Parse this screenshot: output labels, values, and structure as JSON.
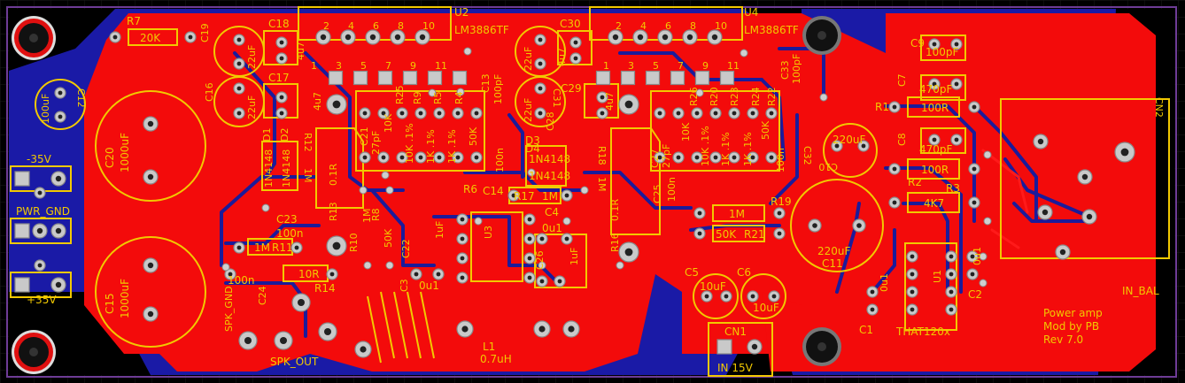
{
  "colors": {
    "copper_top": "#f30b0b",
    "copper_bottom": "#1a1aa6",
    "silkscreen": "#f2c900",
    "background": "#000000",
    "pad": "#c9c9c9"
  },
  "board_note": {
    "line1": "Power amp",
    "line2": "Mod by PB",
    "line3": "Rev 7.0"
  },
  "connectors": {
    "neg_supply": "-35V",
    "pwr_gnd": "PWR_GND",
    "pos_supply": "+35V",
    "spk_gnd": "SPK_GND",
    "spk_out": "SPK_OUT",
    "cn1": "CN1",
    "cn1_note": "IN 15V",
    "cn2": "CN2",
    "in_bal": "IN_BAL"
  },
  "ics": {
    "u1": "U1",
    "u1_part": "THAT120x",
    "u2": "U2",
    "u2_part": "LM3886TF",
    "u3": "U3",
    "u4": "U4",
    "u4_part": "LM3886TF",
    "u2_pins": [
      "2",
      "4",
      "6",
      "8",
      "10",
      "1",
      "3",
      "5",
      "7",
      "9",
      "11"
    ],
    "u4_pins": [
      "2",
      "4",
      "6",
      "8",
      "10",
      "1",
      "3",
      "5",
      "7",
      "9",
      "11"
    ]
  },
  "components": {
    "r7": "R7",
    "r7v": "20K",
    "c19": "C19",
    "c19v": "22uF",
    "c18": "C18",
    "c18v": "4u7",
    "c17": "C17",
    "c17v": "4u7",
    "c16": "C16",
    "c16v": "22uF",
    "c12": "C12",
    "c12v": "100uF",
    "c20": "C20",
    "c20v": "1000uF",
    "c15": "C15",
    "c15v": "1000uF",
    "d1": "D1",
    "d2": "D2",
    "d1v": "1N4148",
    "d2v": "1N4148",
    "r12": "R12",
    "r12v": "1M",
    "c21": "C21",
    "c21v": "27pF",
    "r25": "R25",
    "r25v": "10K",
    "r9": "R9",
    "r9v": "10K .1%",
    "r5": "R5",
    "r5v": "1K .1%",
    "r4": "R4",
    "r4v": "1K .1%",
    "r6": "R6",
    "r6v": "50K",
    "c13": "C13",
    "c13v": "100pF",
    "c14": "C14",
    "c14v": "100n",
    "r13": "R13",
    "r13v": "0.1R",
    "c23": "C23",
    "c23v": "100n",
    "r11": "R11",
    "r11v": "1M",
    "r14": "R14",
    "r14v": "10R",
    "c24": "C24",
    "c24v": "100n",
    "r10": "R10",
    "r10v": "1M",
    "r8": "R8",
    "r8v": "50K",
    "c22": "C22",
    "c22v": "1uF",
    "c3": "C3",
    "c3v": "0u1",
    "d3": "D3",
    "d4": "D4",
    "d3v": "1N4148",
    "d4v": "1N4148",
    "r17": "R17",
    "r17v": "1M",
    "c4": "C4",
    "c4v": "0u1",
    "c26": "C26",
    "c26v": "1uF",
    "l1": "L1",
    "l1v": "0.7uH",
    "c30": "C30",
    "c30v": "4u7",
    "c31": "C31",
    "c31v": "22uF",
    "c29": "C29",
    "c29v": "4u7",
    "c28": "C28",
    "c28v": "22uF",
    "c27": "C27",
    "c27v": "27pF",
    "c25": "C25",
    "c25v": "100n",
    "r18": "R18",
    "r18v": "1M",
    "r16": "R16",
    "r16v": "0.1R",
    "r26": "R26",
    "r26v": "10K",
    "r20": "R20",
    "r20v": "10K .1%",
    "r23": "R23",
    "r23v": "1K .1%",
    "r24": "R24",
    "r24v": "1K .1%",
    "r22": "R22",
    "r22v": "50K",
    "c33": "C33",
    "c33v": "100pF",
    "c32": "C32",
    "c32v": "100n",
    "r19": "R19",
    "r19v": "1M",
    "r21": "R21",
    "r21v": "50K",
    "c5": "C5",
    "c5v": "10uF",
    "c6": "C6",
    "c6v": "10uF",
    "c9": "C9",
    "c9v": "100pF",
    "c7": "C7",
    "c7v": "470pF",
    "r1": "R1",
    "r1v": "100R",
    "c8": "C8",
    "c8v": "470pF",
    "r2": "R2",
    "r2v": "100R",
    "r3": "R3",
    "r3v": "4K7",
    "c10": "C10",
    "c10v": "220uF",
    "c11": "C11",
    "c11v": "220uF",
    "c1": "C1",
    "c1v": "0u1",
    "c2": "C2",
    "c2v": "0u1"
  }
}
